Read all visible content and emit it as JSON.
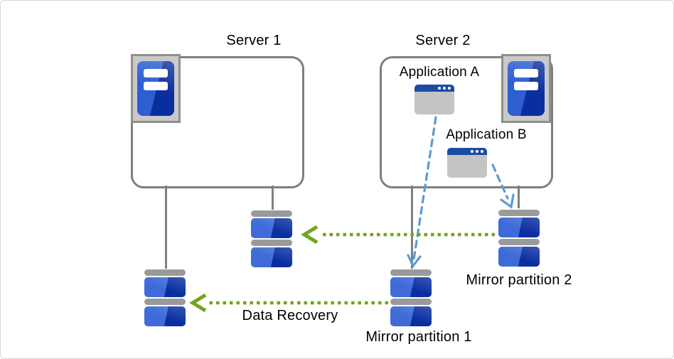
{
  "diagram": {
    "server1": {
      "label": "Server 1"
    },
    "server2": {
      "label": "Server 2"
    },
    "application_a": {
      "label": "Application A"
    },
    "application_b": {
      "label": "Application B"
    },
    "mirror_partition_1": {
      "label": "Mirror partition 1"
    },
    "mirror_partition_2": {
      "label": "Mirror partition 2"
    },
    "data_recovery": {
      "label": "Data Recovery"
    },
    "icons": {
      "server1_icon": "server-tower-icon",
      "server2_icon": "server-tower-icon",
      "application_a_icon": "app-window-icon",
      "application_b_icon": "app-window-icon",
      "disk_left": "disk-stack-icon",
      "disk_middle": "disk-stack-icon",
      "mirror1_disk": "disk-stack-icon",
      "mirror2_disk": "disk-stack-icon"
    },
    "colors": {
      "box_border_gray": "#7f7f7f",
      "connector_gray": "#7f7f7f",
      "icon_chip_gray": "#c9c9c9",
      "disk_cap_gray": "#9a9a9a",
      "disk_blue_light": "#3e6bd8",
      "disk_blue_dark": "#0a2ea1",
      "window_titlebar_blue": "#1b4ca4",
      "window_body_gray": "#c4c4c4",
      "dashed_arrow_blue": "#5b9bd5",
      "dotted_arrow_green": "#70a41e",
      "text_black": "#000000"
    }
  }
}
